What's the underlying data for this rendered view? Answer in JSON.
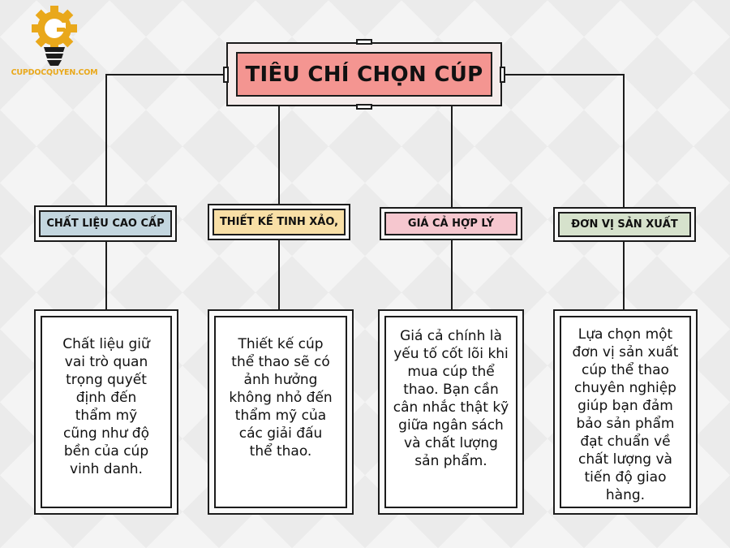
{
  "logo": {
    "text": "CUPDOCQUYEN.COM",
    "color": "#e9a81b"
  },
  "title": {
    "text": "TIÊU CHÍ CHỌN CÚP",
    "fill": "#f49591"
  },
  "criteria": [
    {
      "label": "CHẤT LIỆU CAO CẤP",
      "color": "#c3d6df",
      "description": "Chất liệu giữ vai trò quan trọng quyết định đến thẩm mỹ cũng như độ bền của cúp vinh danh."
    },
    {
      "label": "THIẾT KẾ TINH XẢO,",
      "color": "#f8dfa6",
      "description": "Thiết kế cúp thể thao sẽ có ảnh hưởng không nhỏ đến thẩm mỹ của các giải đấu thể thao."
    },
    {
      "label": "GIÁ CẢ HỢP LÝ",
      "color": "#f6c7cf",
      "description": "Giá cả chính là yếu tố cốt lõi khi mua cúp thể thao. Bạn cần cân nhắc thật kỹ giữa ngân sách và chất lượng sản phẩm."
    },
    {
      "label": "ĐƠN VỊ SẢN XUẤT",
      "color": "#d6e2cc",
      "description": "Lựa chọn một đơn vị sản xuất cúp thể thao chuyên nghiệp giúp bạn đảm bảo sản phẩm đạt chuẩn về chất lượng và tiến độ giao hàng."
    }
  ]
}
